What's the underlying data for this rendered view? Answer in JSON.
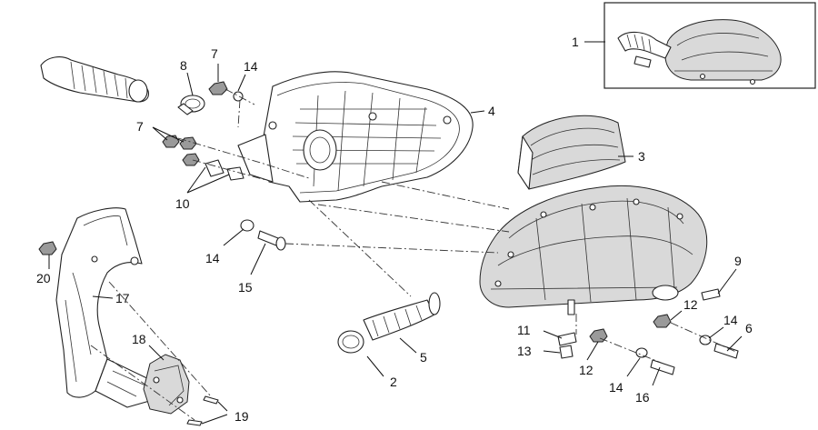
{
  "callouts": [
    {
      "key": "c1",
      "text": "1"
    },
    {
      "key": "c2",
      "text": "2"
    },
    {
      "key": "c3",
      "text": "3"
    },
    {
      "key": "c4",
      "text": "4"
    },
    {
      "key": "c5",
      "text": "5"
    },
    {
      "key": "c6",
      "text": "6"
    },
    {
      "key": "c7a",
      "text": "7"
    },
    {
      "key": "c7b",
      "text": "7"
    },
    {
      "key": "c8",
      "text": "8"
    },
    {
      "key": "c9",
      "text": "9"
    },
    {
      "key": "c10",
      "text": "10"
    },
    {
      "key": "c11",
      "text": "11"
    },
    {
      "key": "c12a",
      "text": "12"
    },
    {
      "key": "c12b",
      "text": "12"
    },
    {
      "key": "c13",
      "text": "13"
    },
    {
      "key": "c14a",
      "text": "14"
    },
    {
      "key": "c14b",
      "text": "14"
    },
    {
      "key": "c14c",
      "text": "14"
    },
    {
      "key": "c14d",
      "text": "14"
    },
    {
      "key": "c15",
      "text": "15"
    },
    {
      "key": "c16",
      "text": "16"
    },
    {
      "key": "c17",
      "text": "17"
    },
    {
      "key": "c18",
      "text": "18"
    },
    {
      "key": "c19",
      "text": "19"
    },
    {
      "key": "c20",
      "text": "20"
    }
  ]
}
